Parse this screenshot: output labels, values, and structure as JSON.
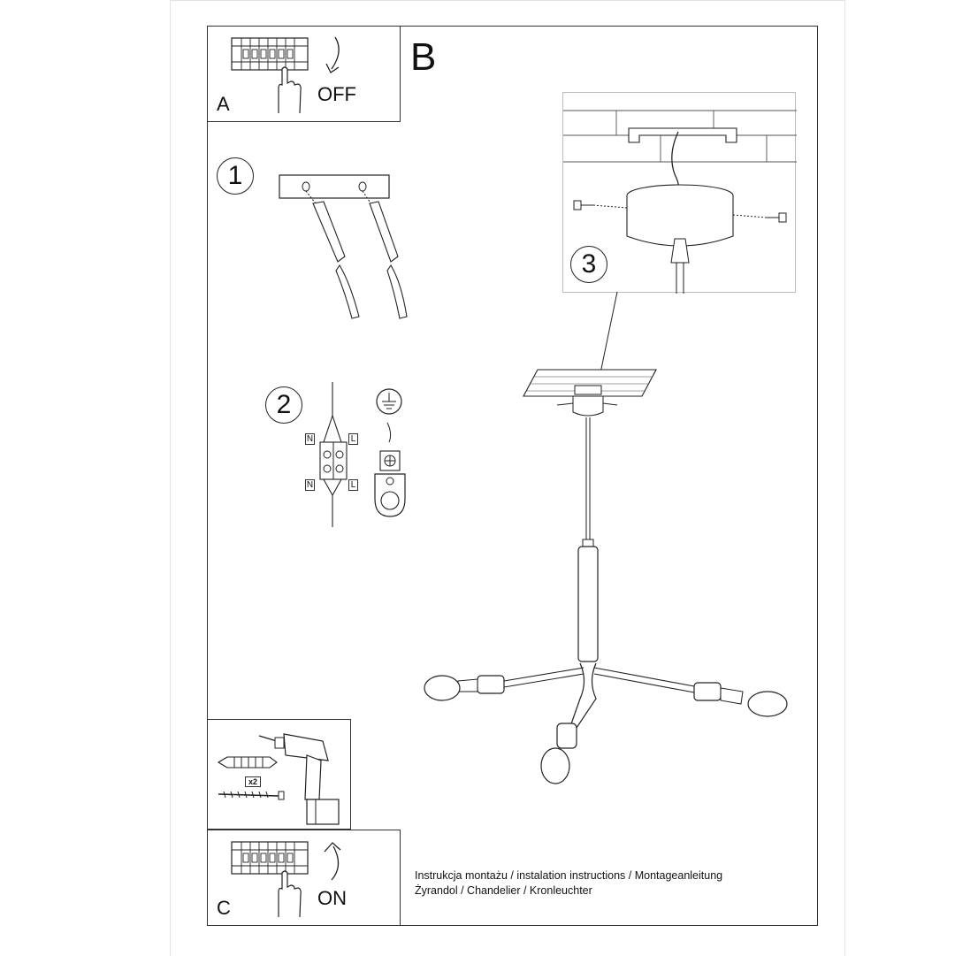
{
  "panels": {
    "a": {
      "letter": "A",
      "action": "OFF"
    },
    "b": {
      "letter": "B"
    },
    "c": {
      "letter": "C",
      "action": "ON"
    }
  },
  "steps": [
    "1",
    "2",
    "3"
  ],
  "wiring": {
    "neutral": "N",
    "live": "L"
  },
  "tools": {
    "quantity_badge": "x2"
  },
  "caption": {
    "line1": "Instrukcja montażu / instalation instructions / Montageanleitung",
    "line2": "Żyrandol / Chandelier / Kronleuchter"
  },
  "icons": [
    "breaker-panel-icon",
    "hand-icon",
    "arrow-down-icon",
    "arrow-up-icon",
    "drill-icon",
    "wall-plug-icon",
    "screw-icon",
    "ground-symbol-icon",
    "terminal-block-icon",
    "chandelier-illustration"
  ]
}
